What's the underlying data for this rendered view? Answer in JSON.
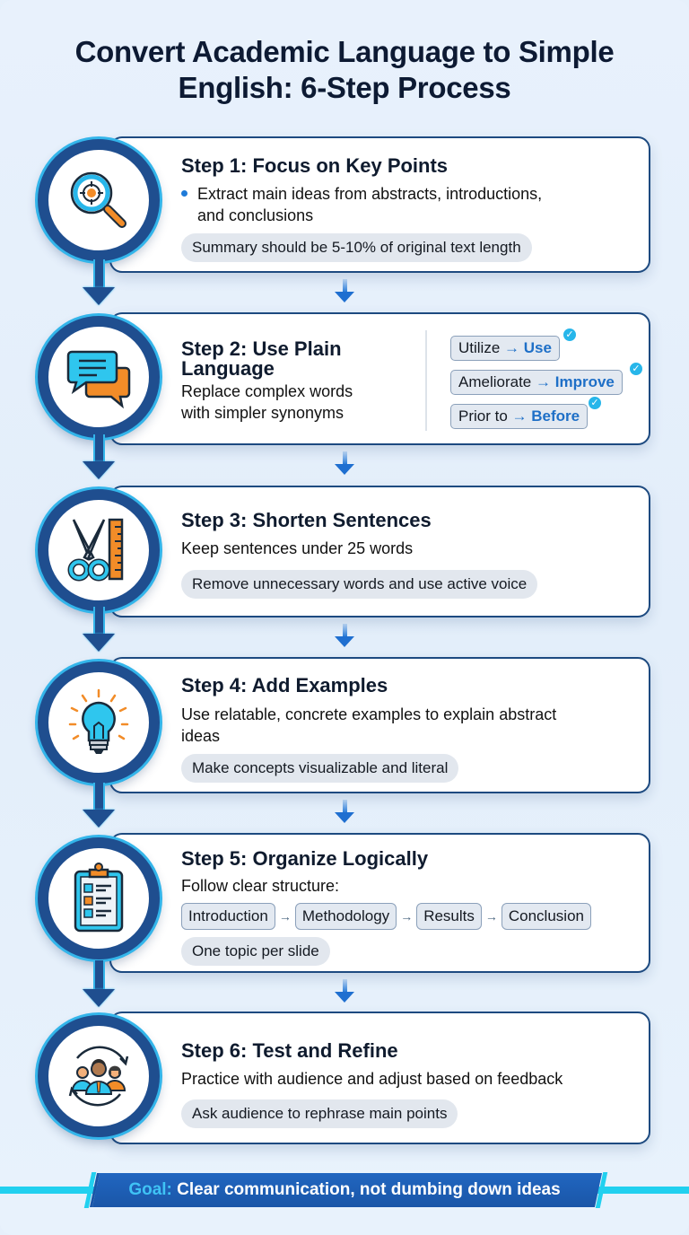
{
  "title": {
    "line1": "Convert Academic Language to Simple",
    "line2": "English: 6-Step Process"
  },
  "colors": {
    "background": "#e6f0fb",
    "navy": "#1f4e8f",
    "cyan": "#27b6ea",
    "accent_blue": "#1e6fc7",
    "orange": "#f28c28",
    "pill_bg": "#e2e7ee",
    "goal_banner": "#1a56a8"
  },
  "steps": [
    {
      "icon": "magnifier-target-icon",
      "title": "Step 1: Focus on Key Points",
      "bullet": "Extract main ideas from abstracts, introductions,",
      "bullet_line2": "and conclusions",
      "pill": "Summary should be 5-10% of original text length"
    },
    {
      "icon": "chat-bubbles-icon",
      "title_line1": "Step 2: Use Plain",
      "title_line2": "Language",
      "text_line1": "Replace complex words",
      "text_line2": "with simpler synonyms",
      "synonyms": [
        {
          "from": "Utilize",
          "arrow": "→",
          "to": "Use"
        },
        {
          "from": "Ameliorate",
          "arrow": "→",
          "to": "Improve"
        },
        {
          "from": "Prior to",
          "arrow": "→",
          "to": "Before"
        }
      ]
    },
    {
      "icon": "scissors-ruler-icon",
      "title": "Step 3: Shorten Sentences",
      "text": "Keep sentences under 25 words",
      "pill": "Remove unnecessary words and use active voice"
    },
    {
      "icon": "lightbulb-icon",
      "title": "Step 4: Add Examples",
      "text_line1": "Use relatable, concrete examples to explain abstract",
      "text_line2": "ideas",
      "pill": "Make concepts visualizable and literal"
    },
    {
      "icon": "clipboard-checklist-icon",
      "title": "Step 5: Organize Logically",
      "text": "Follow clear structure:",
      "flow": [
        "Introduction",
        "Methodology",
        "Results",
        "Conclusion"
      ],
      "flow_arrow": "→",
      "pill": "One topic per slide"
    },
    {
      "icon": "audience-cycle-icon",
      "title": "Step 6: Test and Refine",
      "text": "Practice with audience and adjust based on feedback",
      "pill": "Ask audience to rephrase main points"
    }
  ],
  "goal": {
    "label": "Goal:",
    "text": " Clear communication, not dumbing down ideas"
  }
}
